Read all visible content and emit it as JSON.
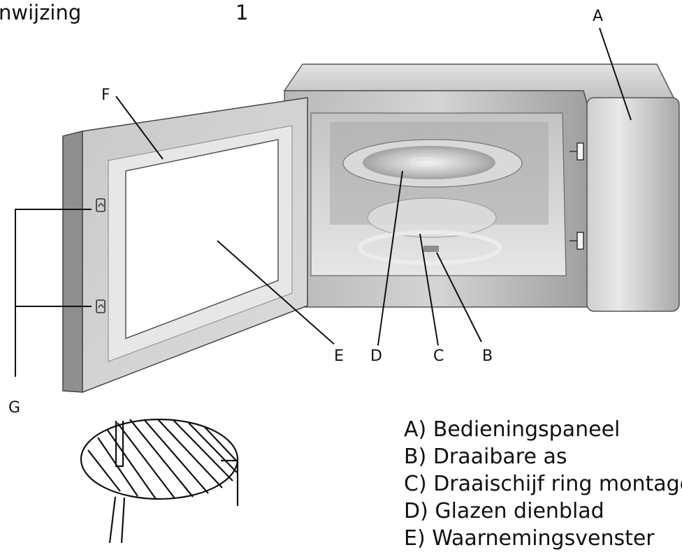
{
  "header": {
    "title": "nwijzing",
    "page": "1"
  },
  "callouts": [
    "A",
    "B",
    "C",
    "D",
    "E",
    "F",
    "G"
  ],
  "legend": [
    "A) Bedieningspaneel",
    "B) Draaibare as",
    "C) Draaischijf ring montage",
    "D) Glazen dienblad",
    "E) Waarnemingsvenster"
  ]
}
